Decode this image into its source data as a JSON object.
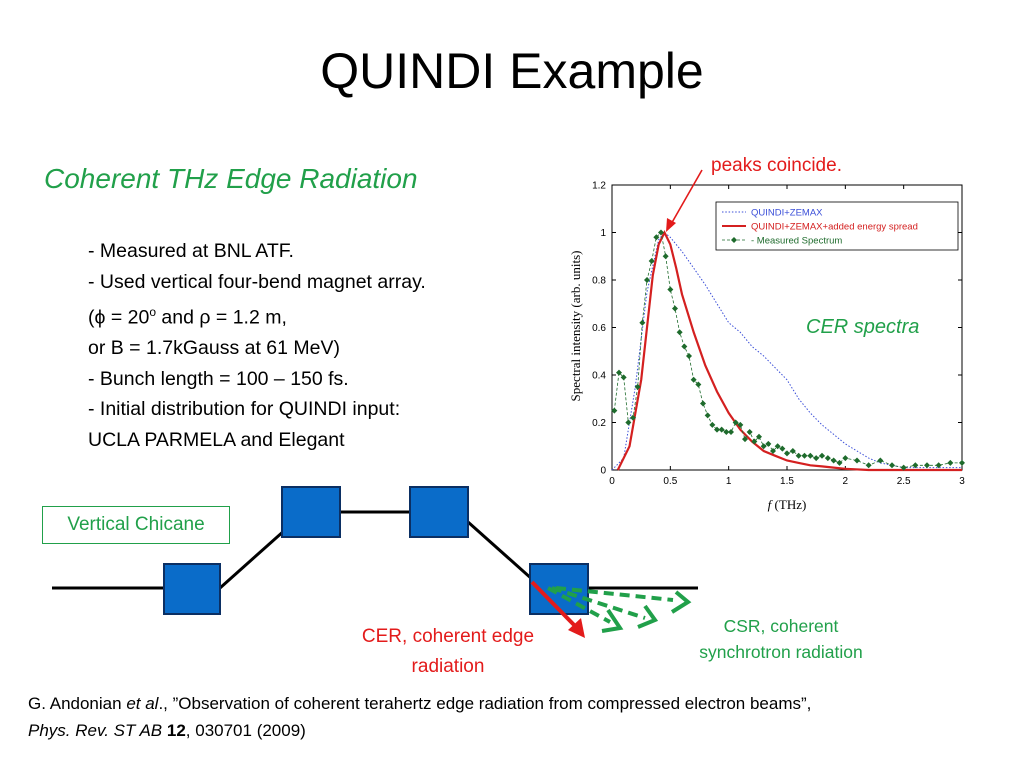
{
  "slide": {
    "title": "QUINDI Example",
    "subtitle": "Coherent THz Edge Radiation",
    "bullets": [
      "- Measured at BNL ATF.",
      "- Used vertical four-bend magnet array.",
      "(ϕ = 20",
      "o",
      " and ρ = 1.2 m,",
      "or B = 1.7kGauss at 61 MeV)",
      "- Bunch length = 100 – 150 fs.",
      "- Initial distribution for QUINDI input:",
      "UCLA PARMELA and Elegant"
    ],
    "peaks_label": "peaks coincide.",
    "cer_spectra_label": "CER spectra",
    "chicane_label": "Vertical Chicane",
    "cer_label": [
      "CER, coherent edge",
      "radiation"
    ],
    "csr_label": [
      "CSR, coherent",
      "synchrotron radiation"
    ],
    "citation": {
      "line1_a": "G. Andonian ",
      "line1_b": "et al",
      "line1_c": "., ”Observation of coherent terahertz edge radiation from compressed electron beams”,",
      "line2_a": "Phys. Rev. ST AB",
      "line2_b": " 12",
      "line2_c": ", 030701 (2009)"
    },
    "colors": {
      "title": "#000000",
      "green": "#21a04a",
      "red": "#e31b1b",
      "magnet": "#0a6cc9"
    }
  },
  "chart_data": {
    "type": "line",
    "xlabel": "f  (THz)",
    "ylabel": "Spectral intensity (arb. units)",
    "xlim": [
      0,
      3
    ],
    "ylim": [
      0,
      1.2
    ],
    "xticks": [
      0,
      0.5,
      1,
      1.5,
      2,
      2.5,
      3
    ],
    "xtick_labels": [
      "0",
      "0.5",
      "1",
      "1.5",
      "2",
      "2.5",
      "3"
    ],
    "yticks": [
      0,
      0.2,
      0.4,
      0.6,
      0.8,
      1,
      1.2
    ],
    "ytick_labels": [
      "0",
      "0.2",
      "0.4",
      "0.6",
      "0.8",
      "1",
      "1.2"
    ],
    "legend": "top-right",
    "series": [
      {
        "name": "QUINDI+ZEMAX",
        "color": "#3b4fd8",
        "style": "dotted",
        "x": [
          0.0,
          0.1,
          0.2,
          0.3,
          0.4,
          0.45,
          0.5,
          0.6,
          0.7,
          0.8,
          0.9,
          1.0,
          1.1,
          1.2,
          1.3,
          1.4,
          1.5,
          1.6,
          1.7,
          1.8,
          1.9,
          2.0,
          2.1,
          2.2,
          2.3,
          2.4,
          2.5,
          2.6,
          2.7,
          2.8,
          2.9,
          3.0
        ],
        "y": [
          0.0,
          0.05,
          0.35,
          0.75,
          0.97,
          1.0,
          0.98,
          0.92,
          0.85,
          0.78,
          0.7,
          0.62,
          0.58,
          0.52,
          0.48,
          0.43,
          0.38,
          0.3,
          0.24,
          0.19,
          0.15,
          0.11,
          0.08,
          0.05,
          0.03,
          0.02,
          0.01,
          0.01,
          0.01,
          0.01,
          0.01,
          0.01
        ]
      },
      {
        "name": "QUINDI+ZEMAX+added energy spread",
        "color": "#d42020",
        "style": "solid",
        "x": [
          0.05,
          0.15,
          0.25,
          0.3,
          0.35,
          0.4,
          0.45,
          0.5,
          0.55,
          0.6,
          0.7,
          0.8,
          0.9,
          1.0,
          1.1,
          1.2,
          1.3,
          1.4,
          1.5,
          1.6,
          1.7,
          1.8,
          1.9,
          2.0,
          2.2,
          2.4,
          2.6,
          2.8,
          3.0
        ],
        "y": [
          0.0,
          0.1,
          0.38,
          0.6,
          0.82,
          0.95,
          1.0,
          0.95,
          0.85,
          0.74,
          0.58,
          0.44,
          0.33,
          0.24,
          0.17,
          0.12,
          0.08,
          0.06,
          0.04,
          0.03,
          0.02,
          0.015,
          0.01,
          0.005,
          0.0,
          0.0,
          0.0,
          0.0,
          0.0
        ]
      },
      {
        "name": "- Measured Spectrum",
        "color": "#1e6b2c",
        "style": "markers",
        "x": [
          0.02,
          0.06,
          0.1,
          0.14,
          0.18,
          0.22,
          0.26,
          0.3,
          0.34,
          0.38,
          0.42,
          0.46,
          0.5,
          0.54,
          0.58,
          0.62,
          0.66,
          0.7,
          0.74,
          0.78,
          0.82,
          0.86,
          0.9,
          0.94,
          0.98,
          1.02,
          1.06,
          1.1,
          1.14,
          1.18,
          1.22,
          1.26,
          1.3,
          1.34,
          1.38,
          1.42,
          1.46,
          1.5,
          1.55,
          1.6,
          1.65,
          1.7,
          1.75,
          1.8,
          1.85,
          1.9,
          1.95,
          2.0,
          2.1,
          2.2,
          2.3,
          2.4,
          2.5,
          2.6,
          2.7,
          2.8,
          2.9,
          3.0
        ],
        "y": [
          0.25,
          0.41,
          0.39,
          0.2,
          0.22,
          0.35,
          0.62,
          0.8,
          0.88,
          0.98,
          1.0,
          0.9,
          0.76,
          0.68,
          0.58,
          0.52,
          0.48,
          0.38,
          0.36,
          0.28,
          0.23,
          0.19,
          0.17,
          0.17,
          0.16,
          0.16,
          0.2,
          0.19,
          0.13,
          0.16,
          0.12,
          0.14,
          0.1,
          0.11,
          0.08,
          0.1,
          0.09,
          0.07,
          0.08,
          0.06,
          0.06,
          0.06,
          0.05,
          0.06,
          0.05,
          0.04,
          0.03,
          0.05,
          0.04,
          0.02,
          0.04,
          0.02,
          0.01,
          0.02,
          0.02,
          0.02,
          0.03,
          0.03
        ]
      }
    ]
  }
}
